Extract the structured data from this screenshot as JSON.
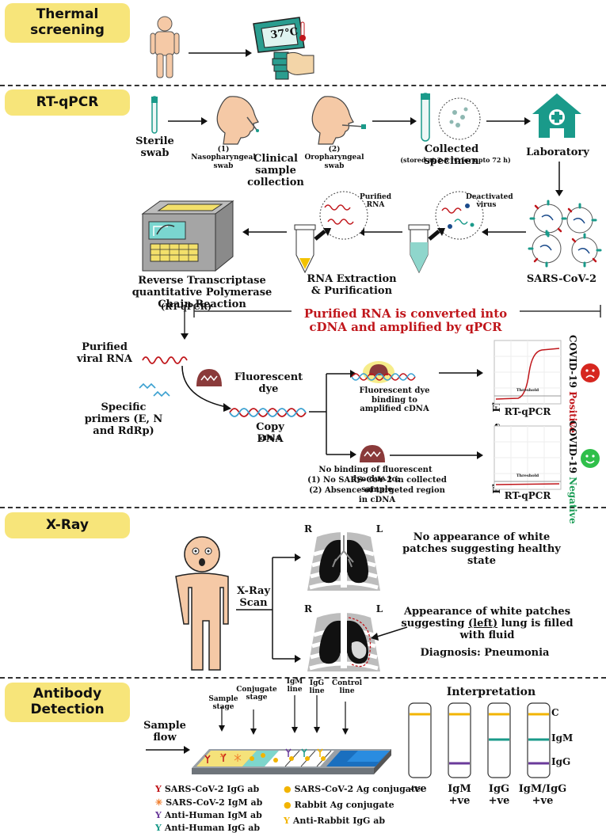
{
  "sections": {
    "thermal": "Thermal screening",
    "rtqpcr": "RT-qPCR",
    "xray": "X-Ray",
    "antibody": "Antibody Detection"
  },
  "thermal": {
    "display": "37°C"
  },
  "rt": {
    "sterile_swab": "Sterile swab",
    "naso": "(1) Nasopharyngeal swab",
    "oro": "(2) Oropharyngeal swab",
    "clinical": "Clinical sample collection",
    "collected": "Collected specimen",
    "stored": "(stored at 2-8 °C for upto 72 h)",
    "laboratory": "Laboratory",
    "sars": "SARS-CoV-2",
    "deactivated": "Deactivated virus",
    "purified_rna": "Purified RNA",
    "extraction": "RNA Extraction & Purification",
    "rtqpcr_full": "Reverse Transcriptase quantitative Polymerase Chain Reaction",
    "rtqpcr_abbr": "(RT-qPCR)",
    "converted": "Purified RNA is converted into cDNA and amplified by qPCR",
    "viral_rna": "Purified viral RNA",
    "fluor_dye": "Fluorescent dye",
    "primers": "Specific primers (E, N and RdRp)",
    "copy_dna": "Copy DNA",
    "cdna": "cDNA",
    "binding": "Fluorescent dye binding to amplified cDNA",
    "no_binding": "No binding of fluorescent dye due to:",
    "reason1": "(1) No SARS-CoV-2 in collected sample",
    "reason2": "(2) Absence of targeted region in cDNA",
    "fluorescence": "Fluorescence",
    "threshold": "Threshold",
    "rtqpcr_label": "RT-qPCR",
    "covid": "COVID-19",
    "positive": "Positive",
    "negative": "Negative"
  },
  "xray": {
    "scan": "X-Ray Scan",
    "r": "R",
    "l": "L",
    "healthy": "No appearance of white patches suggesting healthy state",
    "patches_1": "Appearance of white patches suggesting ",
    "patches_left": "(left)",
    "patches_2": " lung is filled with fluid",
    "diagnosis": "Diagnosis: Pneumonia"
  },
  "antibody": {
    "sample_flow": "Sample flow",
    "sample_stage": "Sample stage",
    "conjugate_stage": "Conjugate stage",
    "igm_line": "IgM line",
    "igg_line": "IgG line",
    "control_line": "Control line",
    "interpretation": "Interpretation",
    "c": "C",
    "igm": "IgM",
    "igg": "IgG",
    "results": [
      "-ve",
      "IgM +ve",
      "IgG +ve",
      "IgM/IgG +ve"
    ],
    "legend": [
      "SARS-CoV-2 IgG ab",
      "SARS-CoV-2 IgM ab",
      "Anti-Human IgM ab",
      "Anti-Human IgG ab",
      "SARS-CoV-2 Ag conjugate",
      "Rabbit Ag conjugate",
      "Anti-Rabbit IgG ab"
    ]
  },
  "colors": {
    "tag": "#f7e57a",
    "red_text": "#c0161b",
    "positive": "#c0161b",
    "negative": "#1e9e58",
    "teal": "#1a9a8a",
    "igm_purple": "#6a3a9a",
    "control_yellow": "#f2b400"
  }
}
